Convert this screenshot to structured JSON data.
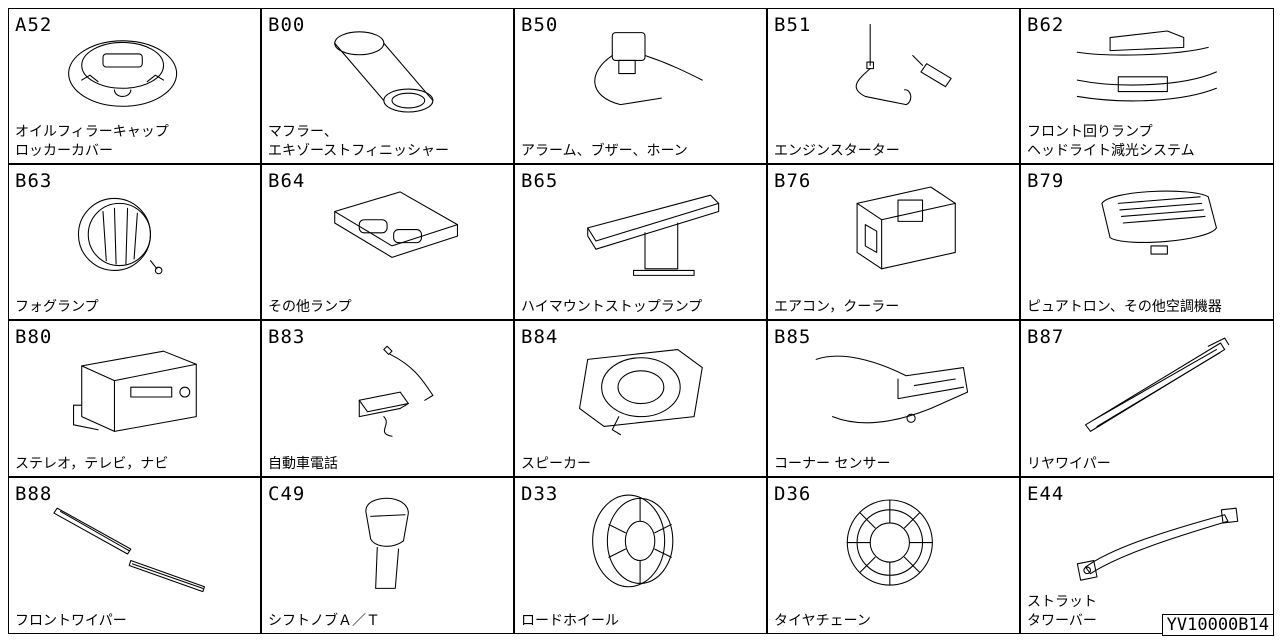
{
  "parts": [
    {
      "code": "A52",
      "lines": [
        "オイルフィラーキャップ",
        "ロッカーカバー"
      ],
      "icon": "oil-filler-cap-icon"
    },
    {
      "code": "B00",
      "lines": [
        "マフラー、",
        "エキゾーストフィニッシャー"
      ],
      "icon": "muffler-icon"
    },
    {
      "code": "B50",
      "lines": [
        "アラーム、ブザー、ホーン"
      ],
      "icon": "alarm-horn-icon"
    },
    {
      "code": "B51",
      "lines": [
        "エンジンスターター"
      ],
      "icon": "engine-starter-icon"
    },
    {
      "code": "B62",
      "lines": [
        "フロント回りランプ",
        "ヘッドライト減光システム"
      ],
      "icon": "front-lamp-icon"
    },
    {
      "code": "B63",
      "lines": [
        "フォグランプ"
      ],
      "icon": "fog-lamp-icon"
    },
    {
      "code": "B64",
      "lines": [
        "その他ランプ"
      ],
      "icon": "room-lamp-icon"
    },
    {
      "code": "B65",
      "lines": [
        "ハイマウントストップランプ"
      ],
      "icon": "high-mount-stop-lamp-icon"
    },
    {
      "code": "B76",
      "lines": [
        "エアコン，クーラー"
      ],
      "icon": "air-conditioner-icon"
    },
    {
      "code": "B79",
      "lines": [
        "ピュアトロン、その他空調機器"
      ],
      "icon": "air-purifier-icon"
    },
    {
      "code": "B80",
      "lines": [
        "ステレオ，テレビ，ナビ"
      ],
      "icon": "car-stereo-icon"
    },
    {
      "code": "B83",
      "lines": [
        "自動車電話"
      ],
      "icon": "car-phone-icon"
    },
    {
      "code": "B84",
      "lines": [
        "スピーカー"
      ],
      "icon": "speaker-icon"
    },
    {
      "code": "B85",
      "lines": [
        "コーナー センサー"
      ],
      "icon": "corner-sensor-icon"
    },
    {
      "code": "B87",
      "lines": [
        "リヤワイパー"
      ],
      "icon": "rear-wiper-icon"
    },
    {
      "code": "B88",
      "lines": [
        "フロントワイパー"
      ],
      "icon": "front-wiper-icon"
    },
    {
      "code": "C49",
      "lines": [
        "シフトノブＡ／Ｔ"
      ],
      "icon": "shift-knob-icon"
    },
    {
      "code": "D33",
      "lines": [
        "ロードホイール"
      ],
      "icon": "road-wheel-icon"
    },
    {
      "code": "D36",
      "lines": [
        "タイヤチェーン"
      ],
      "icon": "tire-chain-icon"
    },
    {
      "code": "E44",
      "lines": [
        "ストラット",
        "タワーバー"
      ],
      "icon": "strut-tower-bar-icon"
    }
  ],
  "catalog_code": "YV10000B14"
}
